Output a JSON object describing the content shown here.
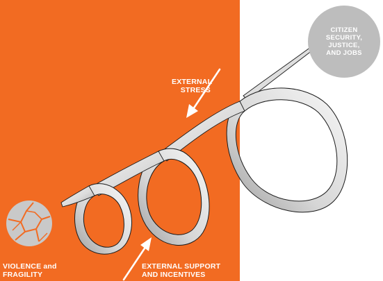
{
  "labels": {
    "external_stress": [
      "EXTERNAL",
      "STRESS"
    ],
    "citizen": [
      "CITIZEN",
      "SECURITY,",
      "JUSTICE,",
      "AND JOBS"
    ],
    "violence": [
      "VIOLENCE and",
      "FRAGILITY"
    ],
    "external_support": [
      "EXTERNAL SUPPORT",
      "AND INCENTIVES"
    ]
  },
  "colors": {
    "background_panel": "#F26B22",
    "circle": "#BDBDBD",
    "ribbon_light": "#F2F2F2",
    "ribbon_dark": "#B8B8B8",
    "outline": "#1A1A1A",
    "globe": "#C9C9C9",
    "text": "#FFFFFF",
    "arrow": "#FFFFFF"
  },
  "icons": {
    "globe": "broken-globe-icon",
    "stress_arrow": "arrow-down-left-icon",
    "support_arrow": "arrow-up-right-icon"
  }
}
